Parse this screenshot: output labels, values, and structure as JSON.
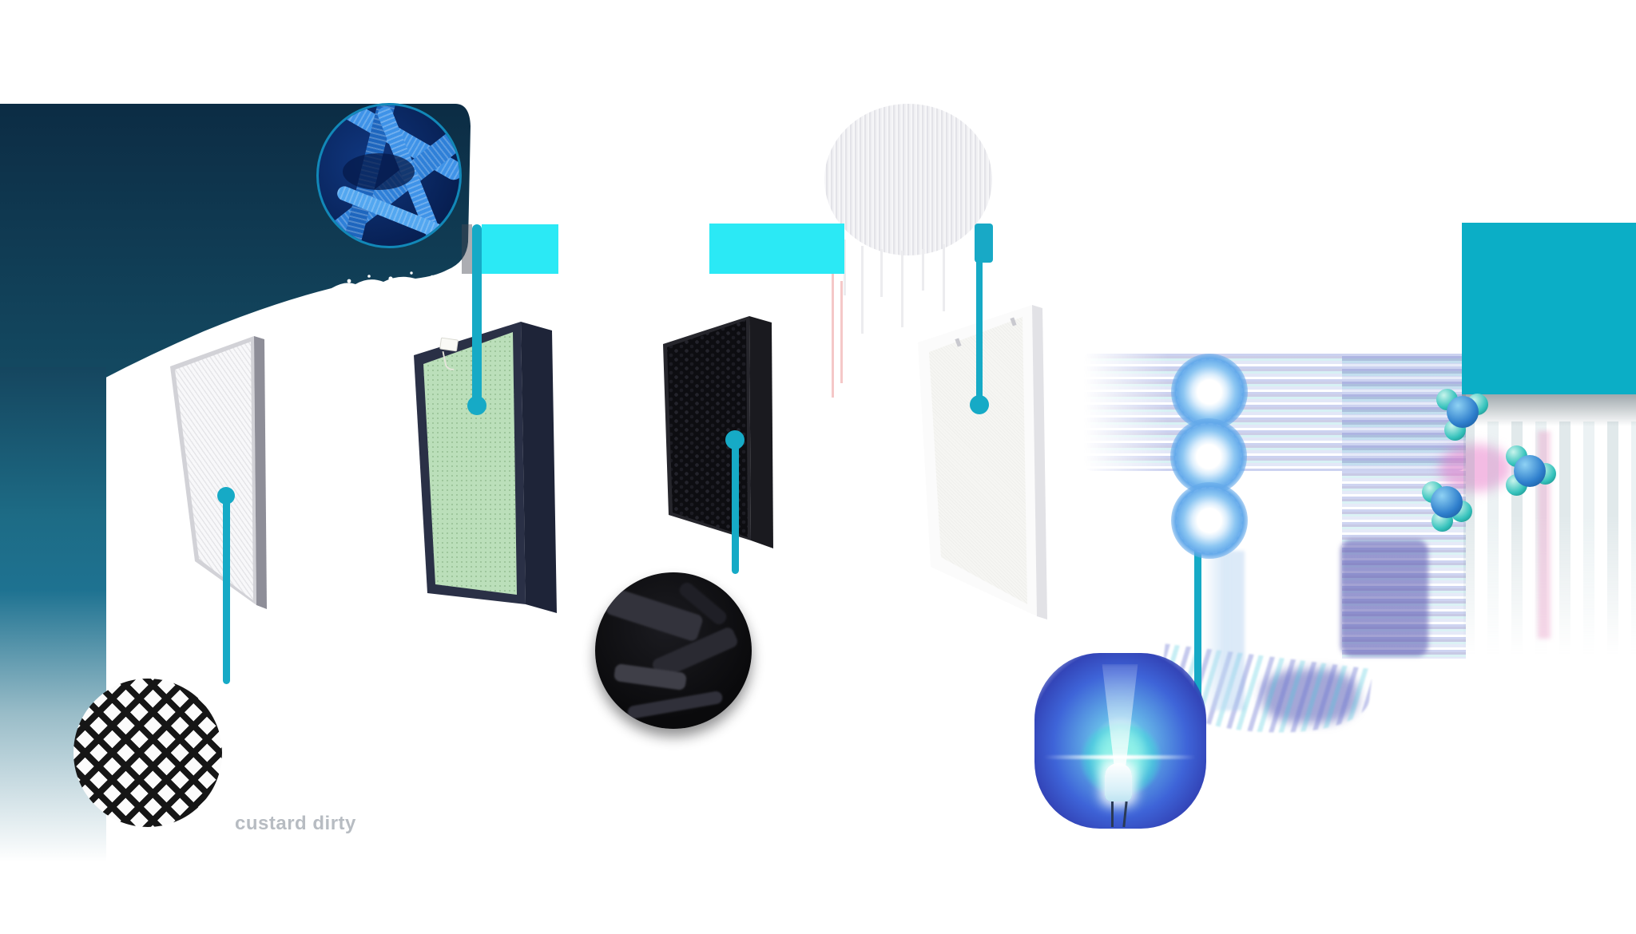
{
  "caption": {
    "text": "custard dirty"
  },
  "colors": {
    "navy_backdrop": "#0d3048",
    "navy_backdrop_light": "#155068",
    "left_strip_teal": "#1d6b85",
    "callout_teal": "#16aac6",
    "cyan_label_box": "#2be9f5",
    "right_teal_panel": "#0baec6",
    "fiber_blue": "#2f80d8",
    "fiber_bg": "#0a2558",
    "hepa_green": "#bbdfba",
    "hepa_frame_navy": "#2a3046",
    "carbon_black": "#0d0d11",
    "glow_blue": "#63a9ea",
    "led_blue": "#3e64d8",
    "molecule_blue": "#2e7ecc",
    "molecule_teal": "#35c2bc",
    "stripe_periwinkle": "#7888d8",
    "stripe_indigo": "#5756ae",
    "stripe_pink": "#e878c8"
  },
  "stages": [
    {
      "id": 1,
      "panel": "pre-filter-mesh-panel",
      "inset": "mesh-closeup-circle"
    },
    {
      "id": 2,
      "panel": "green-hepa-filter-panel",
      "inset": "fiber-closeup-circle"
    },
    {
      "id": 3,
      "panel": "carbon-honeycomb-filter-panel",
      "inset": "carbon-closeup-circle"
    },
    {
      "id": 4,
      "panel": "white-fine-filter-panel",
      "inset": "fabric-closeup-circle"
    },
    {
      "id": 5,
      "panel": "ion-glow-circles",
      "inset": ""
    },
    {
      "id": 6,
      "panel": "uv-led-and-molecules",
      "inset": ""
    }
  ]
}
